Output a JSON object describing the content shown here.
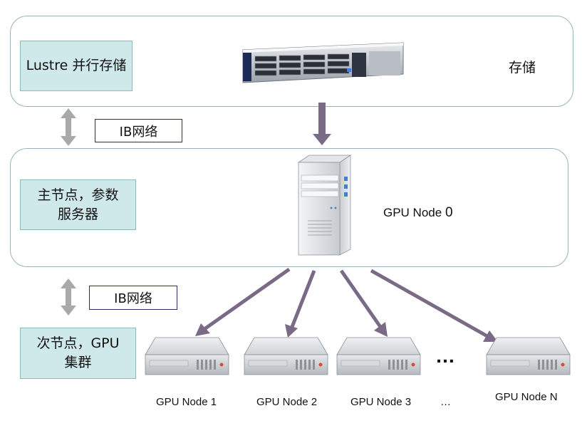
{
  "storage_tier": {
    "tag": "Lustre 并行存储",
    "side_label": "存储"
  },
  "master_tier": {
    "tag_line1": "主节点，参数",
    "tag_line2": "服务器",
    "node_label_text": "GPU Node ",
    "node_label_num": "0"
  },
  "worker_tier": {
    "tag_line1": "次节点，GPU",
    "tag_line2": "集群"
  },
  "network": {
    "top": "IB网络",
    "bottom": "IB网络"
  },
  "workers": {
    "node1": "GPU Node 1",
    "node2": "GPU Node 2",
    "node3": "GPU Node 3",
    "ellipsis_small": "…",
    "ellipsis_big": "…",
    "nodeN": "GPU Node N"
  },
  "colors": {
    "arrow_purple": "#7a6a86",
    "arrow_gray": "#a9a9a9",
    "tag_fill": "#cfe8ea",
    "panel_border": "#9ab3ba"
  }
}
